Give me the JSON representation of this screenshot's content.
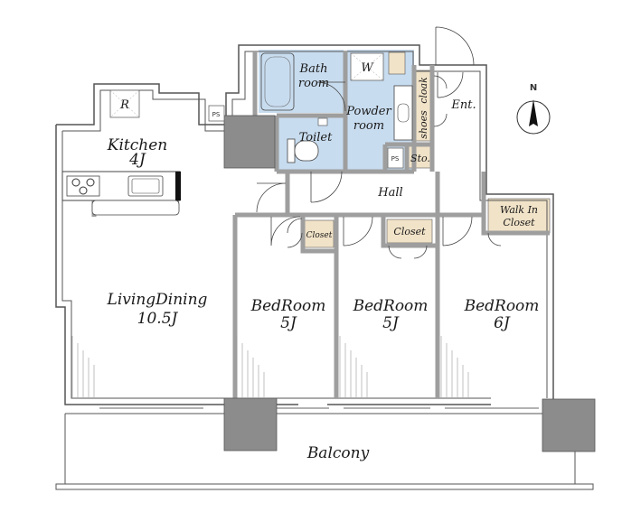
{
  "rooms": {
    "kitchen": {
      "name": "Kitchen",
      "size": "4J"
    },
    "living": {
      "name": "LivingDining",
      "size": "10.5J"
    },
    "bed1": {
      "name": "BedRoom",
      "size": "5J"
    },
    "bed2": {
      "name": "BedRoom",
      "size": "5J"
    },
    "bed3": {
      "name": "BedRoom",
      "size": "6J"
    },
    "bath": {
      "name_line1": "Bath",
      "name_line2": "room"
    },
    "powder": {
      "name_line1": "Powder",
      "name_line2": "room"
    },
    "toilet": {
      "name": "Toilet"
    },
    "hall": {
      "name": "Hall"
    },
    "entrance": {
      "name": "Ent."
    },
    "balcony": {
      "name": "Balcony"
    },
    "wic": {
      "name_line1": "Walk In",
      "name_line2": "Closet"
    },
    "closet_small": {
      "name": "Closet"
    },
    "closet_mid": {
      "name": "Closet"
    },
    "storage": {
      "name": "Sto."
    },
    "shoes": {
      "name": "shoes"
    },
    "cloak": {
      "name": "cloak"
    }
  },
  "fixtures": {
    "refrigerator": "R",
    "washer": "W",
    "pipe_shaft": "PS"
  },
  "compass": {
    "label": "N"
  },
  "colors": {
    "wall": "#9e9e9e",
    "wet_area": "#c8dcef",
    "storage": "#f1e3c8",
    "column": "#8c8c8c",
    "floor": "#ffffff"
  }
}
